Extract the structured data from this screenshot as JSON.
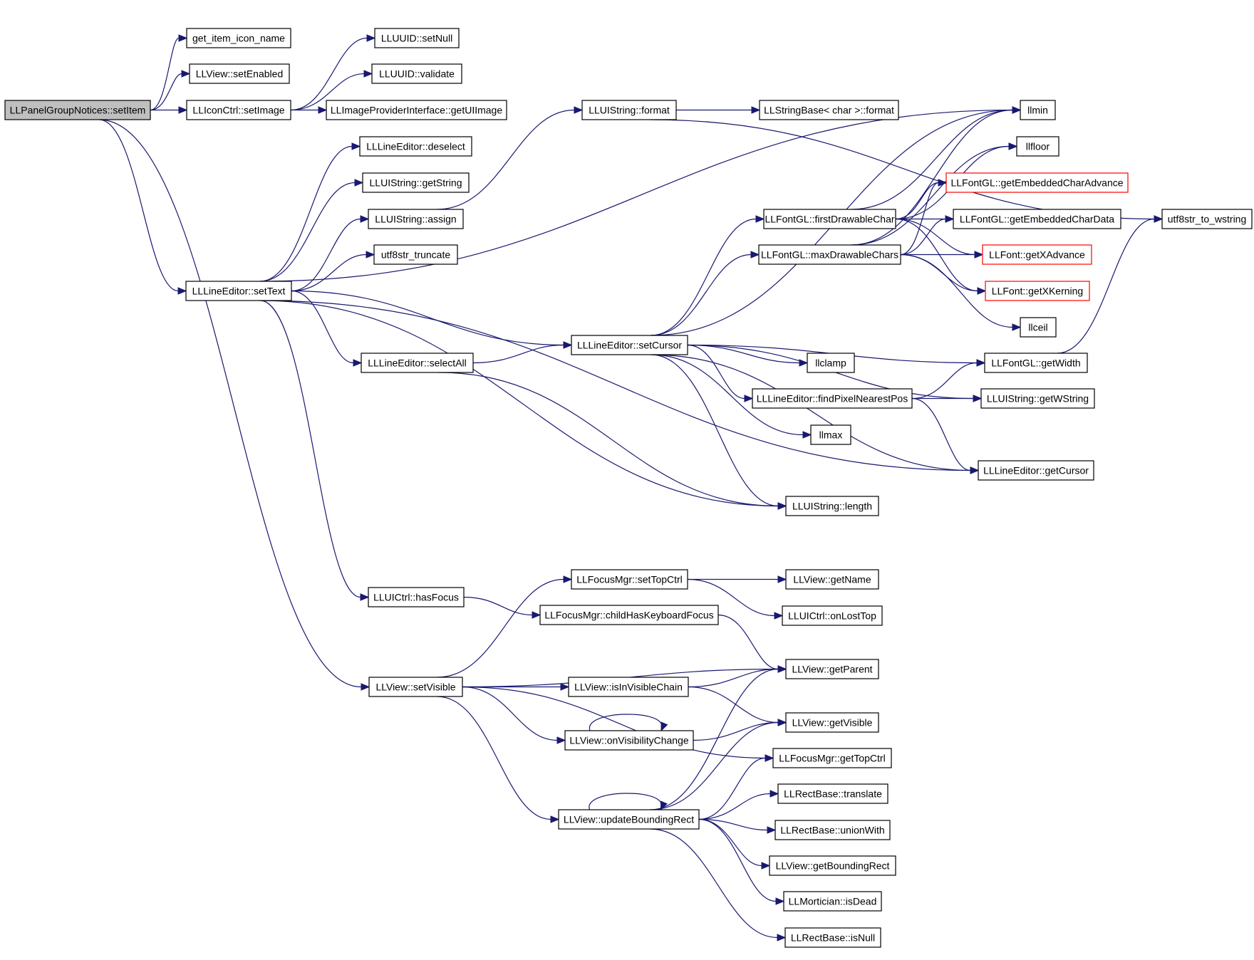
{
  "diagram": {
    "edge_color": "#191970",
    "root_fill": "#bfbfbf",
    "highlight_border": "#ff0000",
    "nodes": [
      {
        "id": "setItem",
        "label": "LLPanelGroupNotices::setItem",
        "style": "root"
      },
      {
        "id": "get_item_icon_name",
        "label": "get_item_icon_name"
      },
      {
        "id": "view_setEnabled",
        "label": "LLView::setEnabled"
      },
      {
        "id": "iconctrl_setImage",
        "label": "LLIconCtrl::setImage"
      },
      {
        "id": "uuid_setNull",
        "label": "LLUUID::setNull"
      },
      {
        "id": "uuid_validate",
        "label": "LLUUID::validate"
      },
      {
        "id": "getUIImage",
        "label": "LLImageProviderInterface::getUIImage"
      },
      {
        "id": "le_deselect",
        "label": "LLLineEditor::deselect"
      },
      {
        "id": "uis_getString",
        "label": "LLUIString::getString"
      },
      {
        "id": "uis_assign",
        "label": "LLUIString::assign"
      },
      {
        "id": "utf8str_truncate",
        "label": "utf8str_truncate"
      },
      {
        "id": "le_setText",
        "label": "LLLineEditor::setText"
      },
      {
        "id": "uis_format",
        "label": "LLUIString::format"
      },
      {
        "id": "sb_format",
        "label": "LLStringBase< char >::format"
      },
      {
        "id": "llmin",
        "label": "llmin"
      },
      {
        "id": "llfloor",
        "label": "llfloor"
      },
      {
        "id": "getEmbeddedCharAdvance",
        "label": "LLFontGL::getEmbeddedCharAdvance",
        "style": "red"
      },
      {
        "id": "firstDrawableChar",
        "label": "LLFontGL::firstDrawableChar"
      },
      {
        "id": "getEmbeddedCharData",
        "label": "LLFontGL::getEmbeddedCharData"
      },
      {
        "id": "utf8str_to_wstring",
        "label": "utf8str_to_wstring"
      },
      {
        "id": "maxDrawableChars",
        "label": "LLFontGL::maxDrawableChars"
      },
      {
        "id": "getXAdvance",
        "label": "LLFont::getXAdvance",
        "style": "red"
      },
      {
        "id": "getXKerning",
        "label": "LLFont::getXKerning",
        "style": "red"
      },
      {
        "id": "llceil",
        "label": "llceil"
      },
      {
        "id": "le_setCursor",
        "label": "LLLineEditor::setCursor"
      },
      {
        "id": "le_selectAll",
        "label": "LLLineEditor::selectAll"
      },
      {
        "id": "llclamp",
        "label": "llclamp"
      },
      {
        "id": "fontgl_getWidth",
        "label": "LLFontGL::getWidth"
      },
      {
        "id": "findPixelNearestPos",
        "label": "LLLineEditor::findPixelNearestPos"
      },
      {
        "id": "uis_getWString",
        "label": "LLUIString::getWString"
      },
      {
        "id": "llmax",
        "label": "llmax"
      },
      {
        "id": "le_getCursor",
        "label": "LLLineEditor::getCursor"
      },
      {
        "id": "uis_length",
        "label": "LLUIString::length"
      },
      {
        "id": "fm_setTopCtrl",
        "label": "LLFocusMgr::setTopCtrl"
      },
      {
        "id": "view_getName",
        "label": "LLView::getName"
      },
      {
        "id": "uictrl_hasFocus",
        "label": "LLUICtrl::hasFocus"
      },
      {
        "id": "childHasKeyboardFocus",
        "label": "LLFocusMgr::childHasKeyboardFocus"
      },
      {
        "id": "uictrl_onLostTop",
        "label": "LLUICtrl::onLostTop"
      },
      {
        "id": "view_getParent",
        "label": "LLView::getParent"
      },
      {
        "id": "view_setVisible",
        "label": "LLView::setVisible"
      },
      {
        "id": "isInVisibleChain",
        "label": "LLView::isInVisibleChain"
      },
      {
        "id": "view_getVisible",
        "label": "LLView::getVisible"
      },
      {
        "id": "onVisibilityChange",
        "label": "LLView::onVisibilityChange"
      },
      {
        "id": "fm_getTopCtrl",
        "label": "LLFocusMgr::getTopCtrl"
      },
      {
        "id": "rect_translate",
        "label": "LLRectBase::translate"
      },
      {
        "id": "updateBoundingRect",
        "label": "LLView::updateBoundingRect"
      },
      {
        "id": "rect_unionWith",
        "label": "LLRectBase::unionWith"
      },
      {
        "id": "view_getBoundingRect",
        "label": "LLView::getBoundingRect"
      },
      {
        "id": "mortician_isDead",
        "label": "LLMortician::isDead"
      },
      {
        "id": "rect_isNull",
        "label": "LLRectBase::isNull"
      }
    ],
    "edges": [
      [
        "setItem",
        "get_item_icon_name"
      ],
      [
        "setItem",
        "view_setEnabled"
      ],
      [
        "setItem",
        "iconctrl_setImage"
      ],
      [
        "setItem",
        "le_setText"
      ],
      [
        "setItem",
        "view_setVisible"
      ],
      [
        "iconctrl_setImage",
        "uuid_setNull"
      ],
      [
        "iconctrl_setImage",
        "uuid_validate"
      ],
      [
        "iconctrl_setImage",
        "getUIImage"
      ],
      [
        "le_setText",
        "le_deselect"
      ],
      [
        "le_setText",
        "uis_getString"
      ],
      [
        "le_setText",
        "uis_assign"
      ],
      [
        "le_setText",
        "utf8str_truncate"
      ],
      [
        "le_setText",
        "llmin"
      ],
      [
        "le_setText",
        "le_setCursor"
      ],
      [
        "le_setText",
        "le_selectAll"
      ],
      [
        "le_setText",
        "uis_length"
      ],
      [
        "le_setText",
        "le_getCursor"
      ],
      [
        "le_setText",
        "uictrl_hasFocus"
      ],
      [
        "uis_assign",
        "uis_format"
      ],
      [
        "uis_format",
        "sb_format"
      ],
      [
        "uis_format",
        "utf8str_to_wstring"
      ],
      [
        "le_selectAll",
        "le_setCursor"
      ],
      [
        "le_selectAll",
        "uis_length"
      ],
      [
        "le_setCursor",
        "firstDrawableChar"
      ],
      [
        "le_setCursor",
        "maxDrawableChars"
      ],
      [
        "le_setCursor",
        "llmin"
      ],
      [
        "le_setCursor",
        "llclamp"
      ],
      [
        "le_setCursor",
        "fontgl_getWidth"
      ],
      [
        "le_setCursor",
        "findPixelNearestPos"
      ],
      [
        "le_setCursor",
        "uis_getWString"
      ],
      [
        "le_setCursor",
        "llmax"
      ],
      [
        "le_setCursor",
        "le_getCursor"
      ],
      [
        "le_setCursor",
        "uis_length"
      ],
      [
        "firstDrawableChar",
        "llmin"
      ],
      [
        "firstDrawableChar",
        "llfloor"
      ],
      [
        "firstDrawableChar",
        "getEmbeddedCharAdvance"
      ],
      [
        "firstDrawableChar",
        "getEmbeddedCharData"
      ],
      [
        "firstDrawableChar",
        "getXAdvance"
      ],
      [
        "firstDrawableChar",
        "getXKerning"
      ],
      [
        "maxDrawableChars",
        "llmin"
      ],
      [
        "maxDrawableChars",
        "llfloor"
      ],
      [
        "maxDrawableChars",
        "getEmbeddedCharAdvance"
      ],
      [
        "maxDrawableChars",
        "getEmbeddedCharData"
      ],
      [
        "maxDrawableChars",
        "getXAdvance"
      ],
      [
        "maxDrawableChars",
        "getXKerning"
      ],
      [
        "maxDrawableChars",
        "llceil"
      ],
      [
        "findPixelNearestPos",
        "fontgl_getWidth"
      ],
      [
        "findPixelNearestPos",
        "uis_getWString"
      ],
      [
        "findPixelNearestPos",
        "le_getCursor"
      ],
      [
        "fontgl_getWidth",
        "utf8str_to_wstring"
      ],
      [
        "uictrl_hasFocus",
        "childHasKeyboardFocus"
      ],
      [
        "childHasKeyboardFocus",
        "view_getParent"
      ],
      [
        "view_setVisible",
        "fm_setTopCtrl"
      ],
      [
        "view_setVisible",
        "view_getParent"
      ],
      [
        "view_setVisible",
        "isInVisibleChain"
      ],
      [
        "view_setVisible",
        "onVisibilityChange"
      ],
      [
        "view_setVisible",
        "fm_getTopCtrl"
      ],
      [
        "view_setVisible",
        "updateBoundingRect"
      ],
      [
        "fm_setTopCtrl",
        "view_getName"
      ],
      [
        "fm_setTopCtrl",
        "uictrl_onLostTop"
      ],
      [
        "isInVisibleChain",
        "view_getParent"
      ],
      [
        "isInVisibleChain",
        "view_getVisible"
      ],
      [
        "onVisibilityChange",
        "onVisibilityChange"
      ],
      [
        "onVisibilityChange",
        "view_getVisible"
      ],
      [
        "updateBoundingRect",
        "updateBoundingRect"
      ],
      [
        "updateBoundingRect",
        "view_getParent"
      ],
      [
        "updateBoundingRect",
        "view_getVisible"
      ],
      [
        "updateBoundingRect",
        "fm_getTopCtrl"
      ],
      [
        "updateBoundingRect",
        "rect_translate"
      ],
      [
        "updateBoundingRect",
        "rect_unionWith"
      ],
      [
        "updateBoundingRect",
        "view_getBoundingRect"
      ],
      [
        "updateBoundingRect",
        "mortician_isDead"
      ],
      [
        "updateBoundingRect",
        "rect_isNull"
      ]
    ]
  }
}
